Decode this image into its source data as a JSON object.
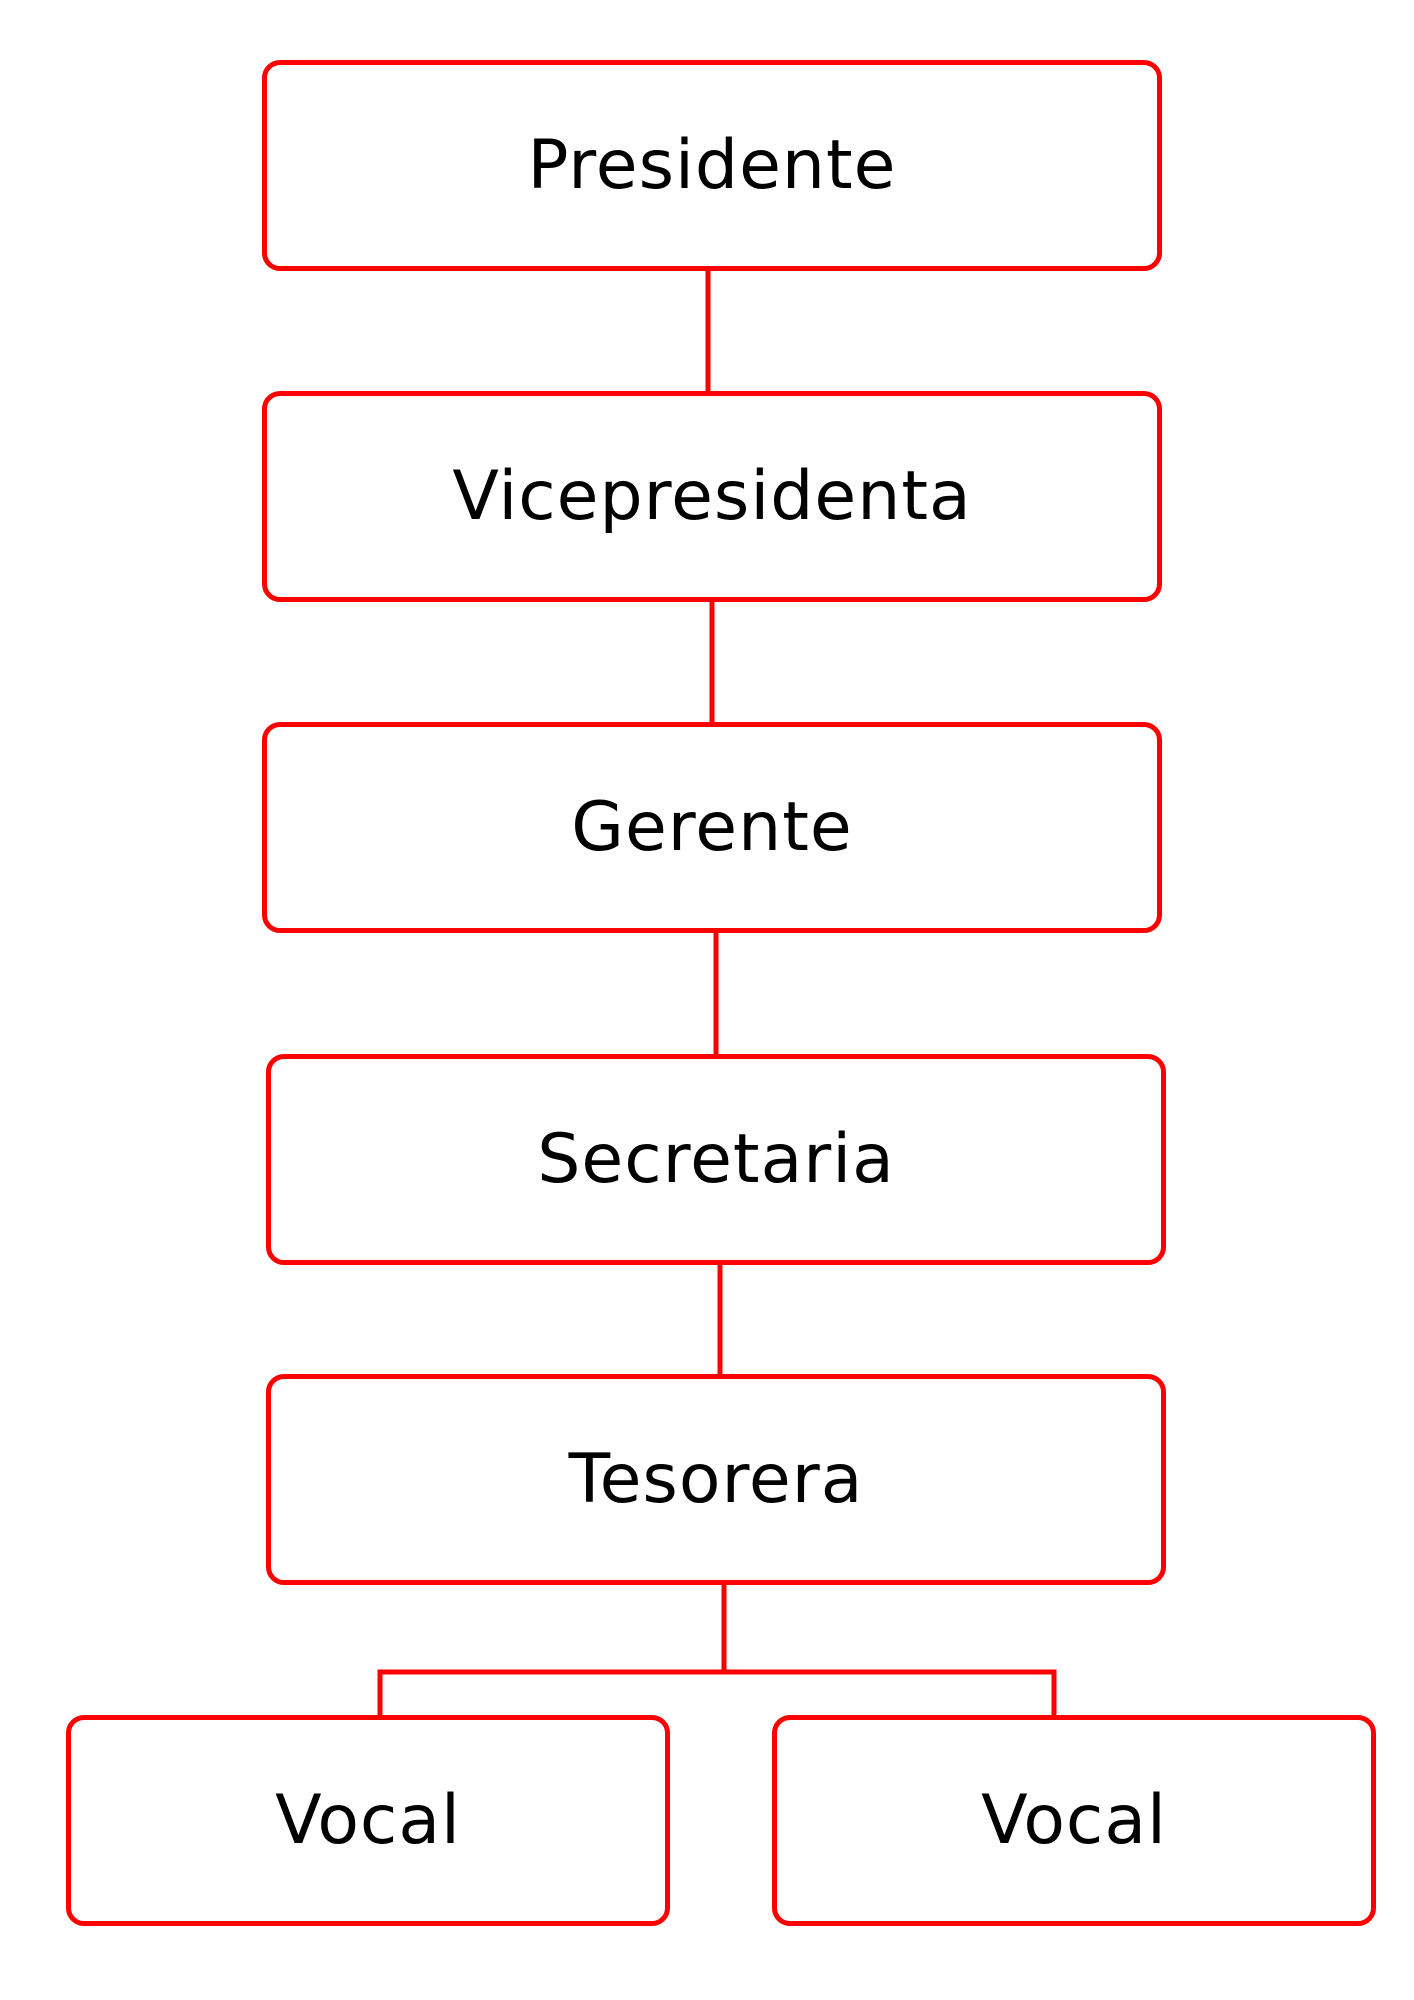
{
  "chart": {
    "nodes": [
      {
        "id": "presidente",
        "label": "Presidente"
      },
      {
        "id": "vicepresidenta",
        "label": "Vicepresidenta"
      },
      {
        "id": "gerente",
        "label": "Gerente"
      },
      {
        "id": "secretaria",
        "label": "Secretaria"
      },
      {
        "id": "tesorera",
        "label": "Tesorera"
      },
      {
        "id": "vocal-left",
        "label": "Vocal"
      },
      {
        "id": "vocal-right",
        "label": "Vocal"
      }
    ],
    "edges": [
      {
        "from": "presidente",
        "to": "vicepresidenta"
      },
      {
        "from": "vicepresidenta",
        "to": "gerente"
      },
      {
        "from": "gerente",
        "to": "secretaria"
      },
      {
        "from": "secretaria",
        "to": "tesorera"
      },
      {
        "from": "tesorera",
        "to": "vocal-left"
      },
      {
        "from": "tesorera",
        "to": "vocal-right"
      }
    ]
  },
  "colors": {
    "border": "#ff0000",
    "connector": "#ff0000",
    "text": "#000000",
    "background": "#ffffff"
  }
}
